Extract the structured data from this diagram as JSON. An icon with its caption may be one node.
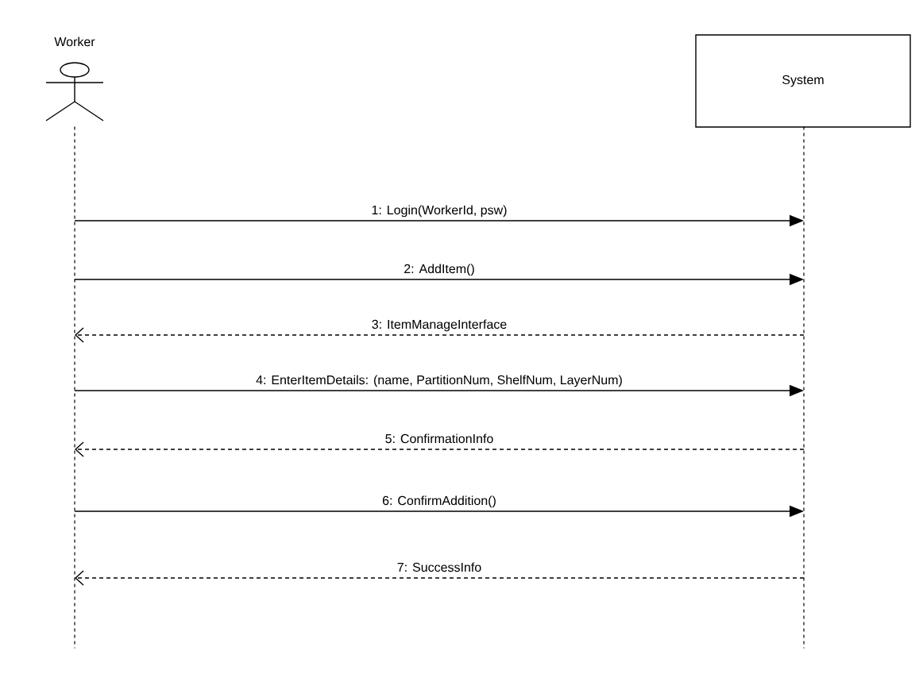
{
  "diagram": {
    "nodes": [
      {
        "text": [
          "Worker"
        ]
      },
      {
        "text": [
          "System"
        ]
      },
      {
        "text": [],
        "shape": "bar"
      },
      {
        "text": [],
        "shape": "bar"
      }
    ],
    "edges": [
      {
        "from": 2,
        "to": 3,
        "arrow": "to",
        "label": "1: Login(WorkerId, psw)"
      },
      {
        "from": 2,
        "to": 3,
        "arrow": "to",
        "label": "2: AddItem()"
      },
      {
        "from": 3,
        "to": 2,
        "arrow": "to",
        "label": "3: ItemManageInterface",
        "style": "dashed"
      },
      {
        "from": 2,
        "to": 3,
        "arrow": "to",
        "label": "4: EnterItemDetails: (name,  PartitionNum,  ShelfNum,  LayerNum)"
      },
      {
        "from": 3,
        "to": 2,
        "arrow": "to",
        "label": "5: ConfirmationInfo",
        "style": "dashed"
      },
      {
        "from": 2,
        "to": 3,
        "arrow": "to",
        "label": "6: ConfirmAddition()"
      },
      {
        "from": 3,
        "to": 2,
        "arrow": "to",
        "label": "7: SuccessInfo",
        "style": "dashed"
      }
    ]
  }
}
